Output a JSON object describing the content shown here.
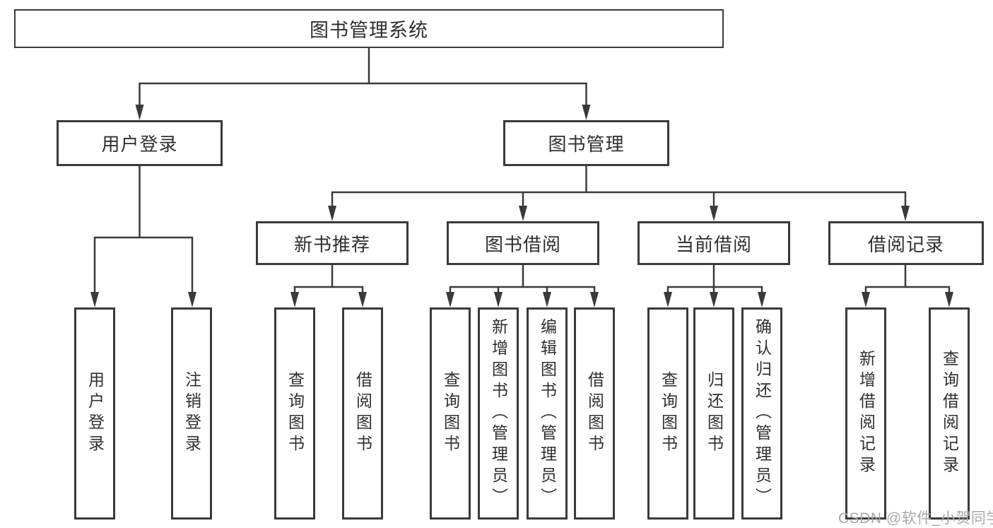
{
  "title": "图书管理系统",
  "watermark": "CSDN @软件_小贺同学",
  "colors": {
    "line": "#3a3a3a",
    "box_border": "#3a3a3a",
    "text": "#2f2f2f",
    "watermark": "#a8a8a8",
    "background": "#ffffff"
  },
  "nodes": {
    "root": {
      "id": "library-management-system",
      "label": "图书管理系统"
    },
    "level2": [
      {
        "id": "user-login",
        "label": "用户登录",
        "parent": "library-management-system"
      },
      {
        "id": "book-management",
        "label": "图书管理",
        "parent": "library-management-system"
      }
    ],
    "level3": [
      {
        "id": "new-book-recommend",
        "label": "新书推荐",
        "parent": "book-management"
      },
      {
        "id": "book-borrowing",
        "label": "图书借阅",
        "parent": "book-management"
      },
      {
        "id": "current-borrowing",
        "label": "当前借阅",
        "parent": "book-management"
      },
      {
        "id": "borrowing-records",
        "label": "借阅记录",
        "parent": "book-management"
      }
    ],
    "leaves": [
      {
        "id": "user-login-leaf",
        "label": "用户登录",
        "parent": "user-login"
      },
      {
        "id": "logout",
        "label": "注销登录",
        "parent": "user-login"
      },
      {
        "id": "query-books-recommend",
        "label": "查询图书",
        "parent": "new-book-recommend"
      },
      {
        "id": "borrow-books-recommend",
        "label": "借阅图书",
        "parent": "new-book-recommend"
      },
      {
        "id": "query-books-borrowing",
        "label": "查询图书",
        "parent": "book-borrowing"
      },
      {
        "id": "add-books-admin",
        "label": "新增图书（管理员）",
        "parent": "book-borrowing"
      },
      {
        "id": "edit-books-admin",
        "label": "编辑图书（管理员）",
        "parent": "book-borrowing"
      },
      {
        "id": "borrow-books",
        "label": "借阅图书",
        "parent": "book-borrowing"
      },
      {
        "id": "query-books-current",
        "label": "查询图书",
        "parent": "current-borrowing"
      },
      {
        "id": "return-books",
        "label": "归还图书",
        "parent": "current-borrowing"
      },
      {
        "id": "confirm-return-admin",
        "label": "确认归还（管理员）",
        "parent": "current-borrowing"
      },
      {
        "id": "add-borrowing-record",
        "label": "新增借阅记录",
        "parent": "borrowing-records"
      },
      {
        "id": "query-borrowing-record",
        "label": "查询借阅记录",
        "parent": "borrowing-records"
      }
    ]
  }
}
